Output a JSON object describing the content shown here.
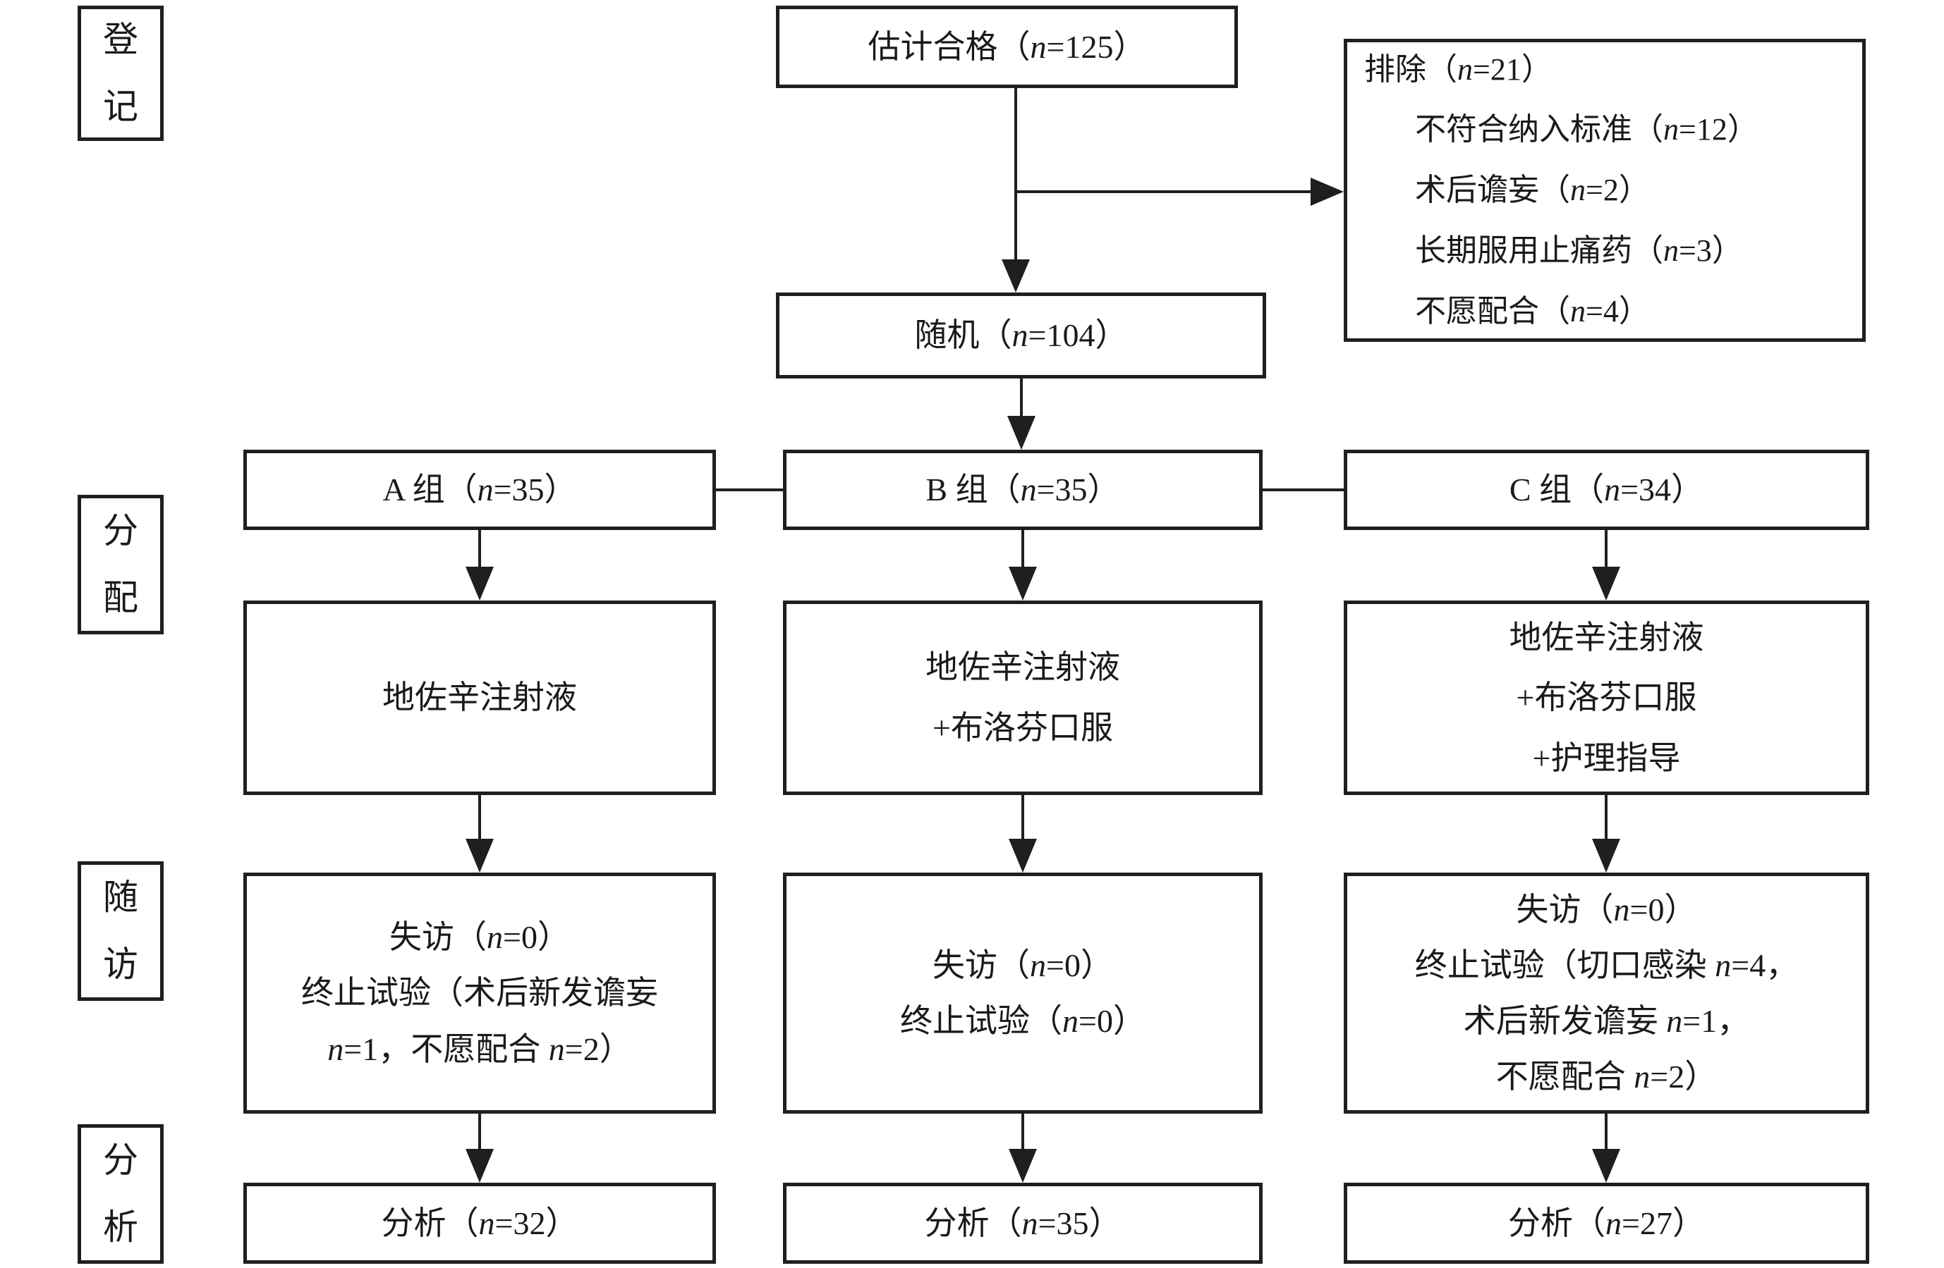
{
  "colors": {
    "background": "#ffffff",
    "line_color": "#1f1f1f",
    "text_color": "#1a1a1a"
  },
  "stages": {
    "enrollment": "登记",
    "allocation": "分配",
    "followup": "随访",
    "analysis": "分析"
  },
  "flow": {
    "eligible": "估计合格（n=125）",
    "excluded": {
      "title": "排除（n=21）",
      "reasons": [
        "不符合纳入标准（n=12）",
        "术后谵妄（n=2）",
        "长期服用止痛药（n=3）",
        "不愿配合（n=4）"
      ]
    },
    "randomized": "随机（n=104）",
    "groups": [
      {
        "label": "A 组（n=35）",
        "treatment": [
          "地佐辛注射液"
        ],
        "followup": [
          "失访（n=0）",
          "终止试验（术后新发谵妄",
          "n=1，不愿配合 n=2）"
        ],
        "analysis": "分析（n=32）"
      },
      {
        "label": "B 组（n=35）",
        "treatment": [
          "地佐辛注射液",
          "+布洛芬口服"
        ],
        "followup": [
          "失访（n=0）",
          "终止试验（n=0）"
        ],
        "analysis": "分析（n=35）"
      },
      {
        "label": "C 组（n=34）",
        "treatment": [
          "地佐辛注射液",
          "+布洛芬口服",
          "+护理指导"
        ],
        "followup": [
          "失访（n=0）",
          "终止试验（切口感染 n=4，",
          "术后新发谵妄 n=1，",
          "不愿配合 n=2）"
        ],
        "analysis": "分析（n=27）"
      }
    ]
  }
}
